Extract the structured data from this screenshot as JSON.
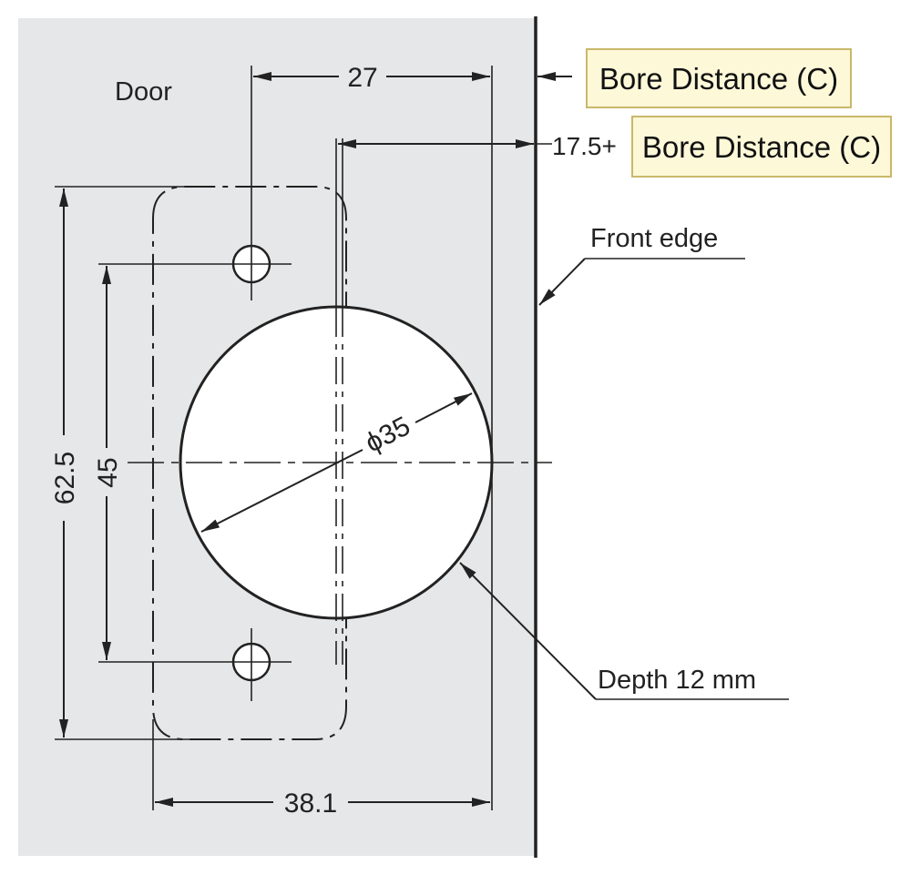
{
  "labels": {
    "door": "Door",
    "front_edge": "Front edge",
    "depth": "Depth 12 mm",
    "bore_distance_1": "Bore Distance (C)",
    "bore_distance_2": "Bore Distance (C)",
    "prefix_17_5": "17.5+"
  },
  "dimensions": {
    "top_27": "27",
    "bottom_38_1": "38.1",
    "left_62_5": "62.5",
    "left_45": "45",
    "diameter": "ϕ35"
  },
  "colors": {
    "door_fill": "#e6e7e8",
    "line": "#222222",
    "bore_box_fill": "#fdf8d8",
    "bore_box_border": "#c9b86a",
    "hole_fill": "#ffffff"
  }
}
